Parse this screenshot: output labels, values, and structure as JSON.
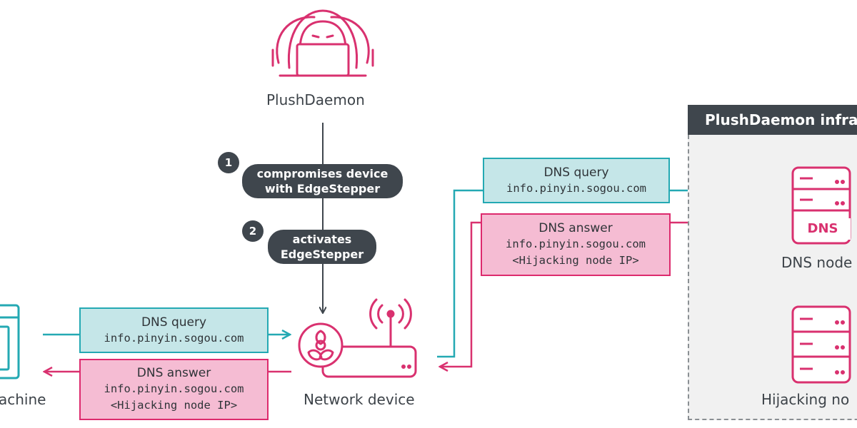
{
  "actor": {
    "name": "PlushDaemon",
    "icon": "hooded-hackers-icon"
  },
  "steps": [
    {
      "number": "1",
      "text_line1": "compromises device",
      "text_line2": "with EdgeStepper"
    },
    {
      "number": "2",
      "text_line1": "activates",
      "text_line2": "EdgeStepper"
    }
  ],
  "network_device": {
    "label": "Network device",
    "icon": "router-biohazard-icon"
  },
  "machine": {
    "label": "achine",
    "icon": "computer-window-icon"
  },
  "left_query": {
    "title": "DNS query",
    "domain": "info.pinyin.sogou.com"
  },
  "left_answer": {
    "title": "DNS answer",
    "domain": "info.pinyin.sogou.com",
    "ip": "<Hijacking node IP>"
  },
  "right_query": {
    "title": "DNS query",
    "domain": "info.pinyin.sogou.com"
  },
  "right_answer": {
    "title": "DNS answer",
    "domain": "info.pinyin.sogou.com",
    "ip": "<Hijacking node IP>"
  },
  "infrastructure": {
    "title": "PlushDaemon infra",
    "dns_node": {
      "label": "DNS node",
      "badge": "DNS",
      "icon": "server-icon"
    },
    "hijacking_node": {
      "label": "Hijacking no",
      "icon": "server-icon"
    }
  },
  "colors": {
    "pink": "#d9316f",
    "teal": "#24a9b3",
    "dark": "#3f464d"
  }
}
